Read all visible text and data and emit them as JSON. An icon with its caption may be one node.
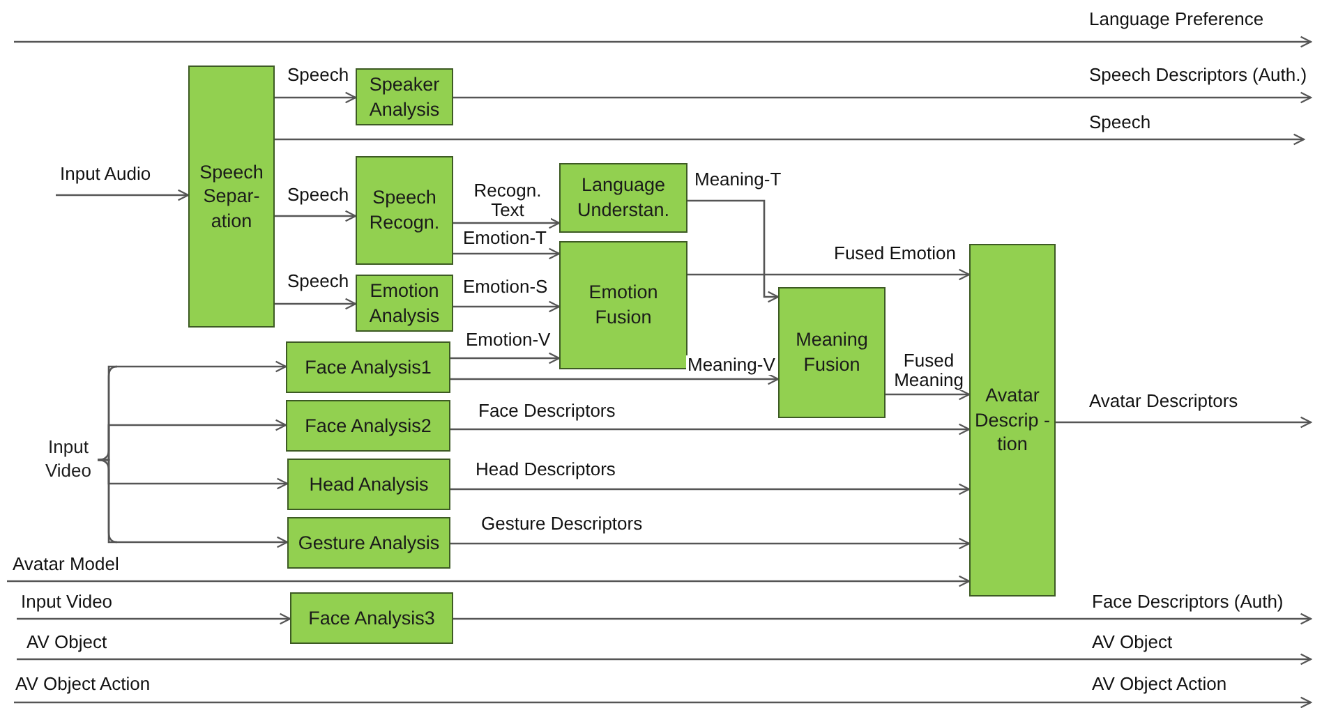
{
  "diagram": {
    "nodes": [
      {
        "text": [
          "Speech Separ- ation"
        ]
      },
      {
        "text": [
          "Speaker Analysis"
        ]
      },
      {
        "text": [
          "Speech Recogn."
        ]
      },
      {
        "text": [
          "Language Understan."
        ]
      },
      {
        "text": [
          "Emotion Analysis"
        ]
      },
      {
        "text": [
          "Emotion Fusion"
        ]
      },
      {
        "text": [
          "Meaning Fusion"
        ]
      },
      {
        "text": [
          "Avatar Descrip -tion"
        ]
      },
      {
        "text": [
          "Face Analysis1"
        ]
      },
      {
        "text": [
          "Face Analysis2"
        ]
      },
      {
        "text": [
          "Head Analysis"
        ]
      },
      {
        "text": [
          "Gesture Analysis"
        ]
      },
      {
        "text": [
          "Face Analysis3"
        ]
      },
      {
        "text": [
          "Input Video"
        ]
      }
    ],
    "edges": [
      {
        "from": 0,
        "to": 1,
        "arrow": "to",
        "label": "Speech"
      },
      {
        "from": 1,
        "to": null,
        "arrow": "to",
        "label": "Speech Descriptors (Auth.)"
      },
      {
        "from": 0,
        "to": null,
        "arrow": "to",
        "label": "Speech"
      },
      {
        "from": null,
        "to": 0,
        "arrow": "to",
        "label": "Input Audio"
      },
      {
        "from": 0,
        "to": 2,
        "arrow": "to",
        "label": "Speech"
      },
      {
        "from": 2,
        "to": 3,
        "arrow": "to",
        "label": "Recogn. Text"
      },
      {
        "from": 2,
        "to": 5,
        "arrow": "to",
        "label": "Emotion-T"
      },
      {
        "from": 0,
        "to": 4,
        "arrow": "to",
        "label": "Speech"
      },
      {
        "from": 4,
        "to": 5,
        "arrow": "to",
        "label": "Emotion-S"
      },
      {
        "from": 8,
        "to": 5,
        "arrow": "to",
        "label": "Emotion-V"
      },
      {
        "from": 3,
        "to": 6,
        "arrow": "to",
        "label": "Meaning-T"
      },
      {
        "from": 5,
        "to": 7,
        "arrow": "to",
        "label": "Fused Emotion"
      },
      {
        "from": 8,
        "to": 6,
        "arrow": "to",
        "label": "Meaning-V"
      },
      {
        "from": 6,
        "to": 7,
        "arrow": "to",
        "label": "Fused Meaning"
      },
      {
        "from": 7,
        "to": null,
        "arrow": "to",
        "label": "Avatar Descriptors"
      },
      {
        "from": 13,
        "to": 8,
        "arrow": "to"
      },
      {
        "from": 13,
        "to": 9,
        "arrow": "to"
      },
      {
        "from": 13,
        "to": 10,
        "arrow": "to"
      },
      {
        "from": 13,
        "to": 11,
        "arrow": "to"
      },
      {
        "from": 9,
        "to": 7,
        "arrow": "to",
        "label": "Face Descriptors"
      },
      {
        "from": 10,
        "to": 7,
        "arrow": "to",
        "label": "Head Descriptors"
      },
      {
        "from": 11,
        "to": 7,
        "arrow": "to",
        "label": "Gesture Descriptors"
      },
      {
        "from": null,
        "to": 7,
        "arrow": "to",
        "label": "Avatar Model"
      },
      {
        "from": null,
        "to": 12,
        "arrow": "to",
        "label": "Input Video"
      },
      {
        "from": 12,
        "to": null,
        "arrow": "to",
        "label": "Face Descriptors (Auth)"
      }
    ],
    "labels": [
      "Language Preference",
      "AV Object",
      "AV Object",
      "AV Object Action",
      "AV Object Action"
    ]
  }
}
